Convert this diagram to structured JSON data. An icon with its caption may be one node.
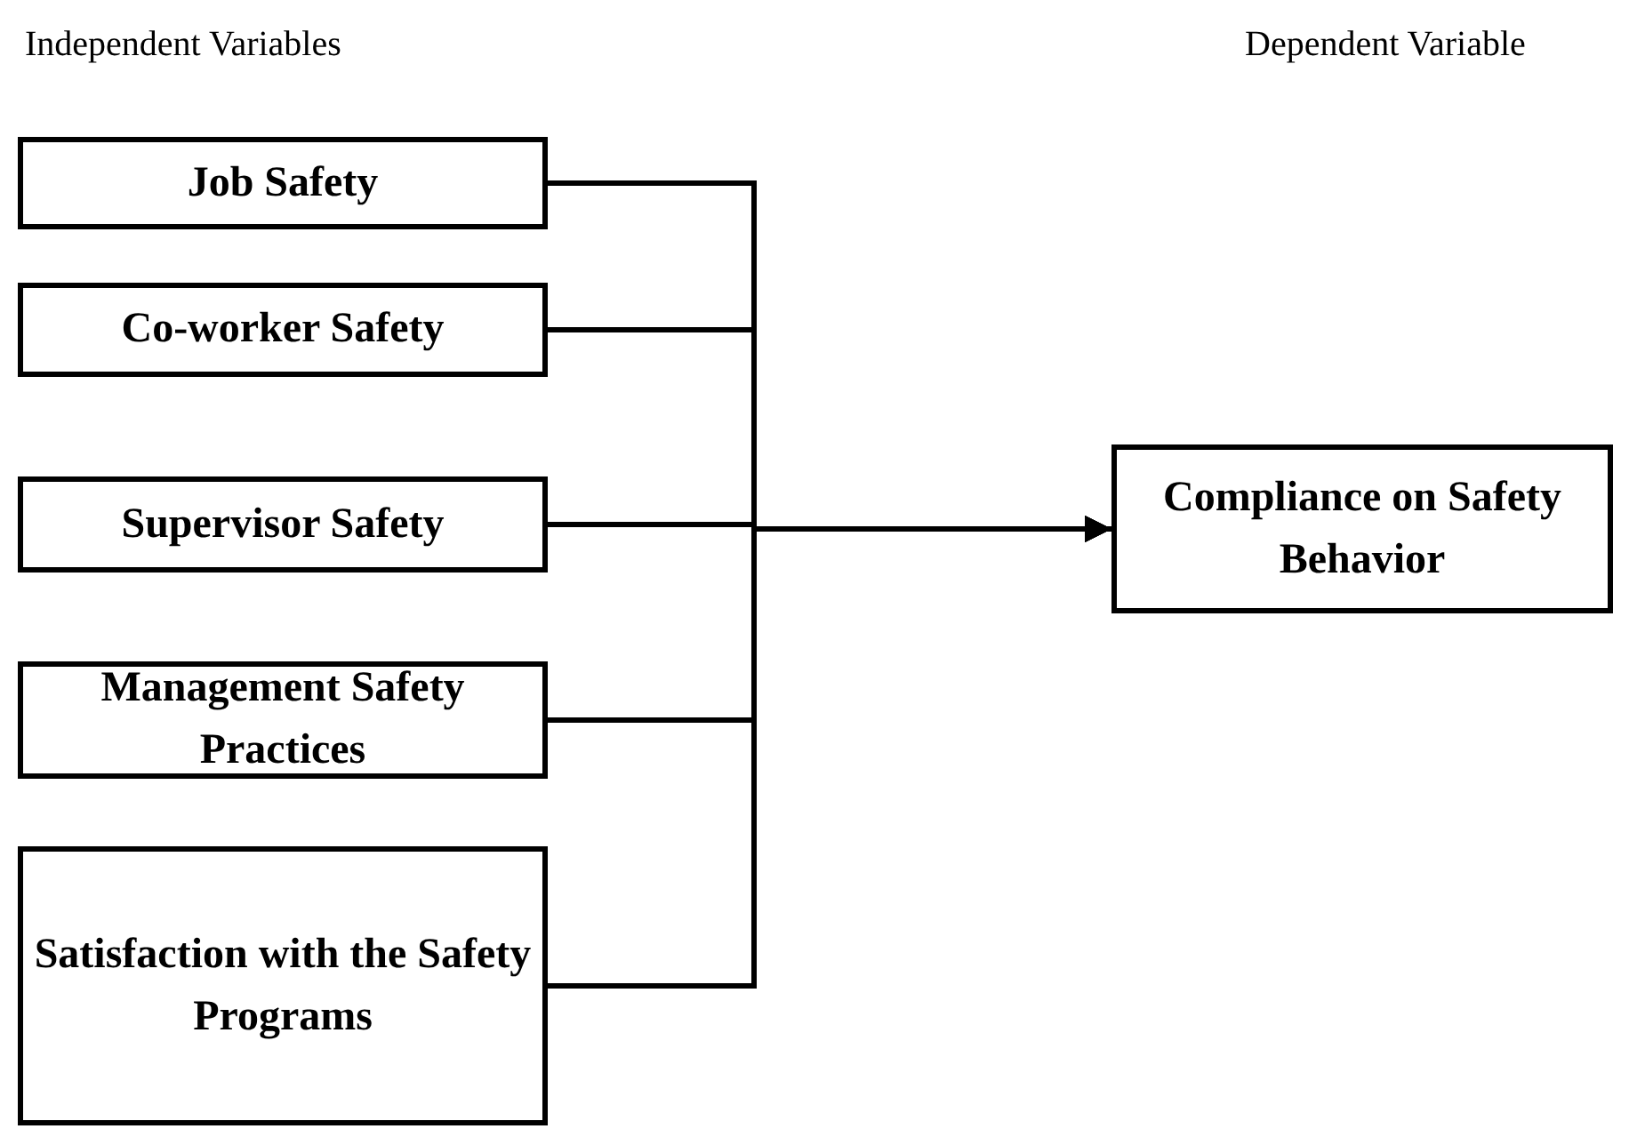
{
  "diagram": {
    "nodes": [
      {
        "text": [
          "Job Safety"
        ]
      },
      {
        "text": [
          "Co-worker Safety"
        ]
      },
      {
        "text": [
          "Supervisor Safety"
        ]
      },
      {
        "text": [
          "Management Safety Practices"
        ]
      },
      {
        "text": [
          "Satisfaction with the Safety Programs"
        ]
      },
      {
        "text": [
          "Compliance on Safety Behavior"
        ]
      }
    ],
    "edges": [
      {
        "from": 0,
        "to": 5,
        "arrow": "to"
      },
      {
        "from": 1,
        "to": 5,
        "arrow": "to"
      },
      {
        "from": 2,
        "to": 5,
        "arrow": "to"
      },
      {
        "from": 3,
        "to": 5,
        "arrow": "to"
      },
      {
        "from": 4,
        "to": 5,
        "arrow": "to"
      }
    ],
    "labels": [
      "Independent Variables",
      "Dependent Variable"
    ]
  }
}
